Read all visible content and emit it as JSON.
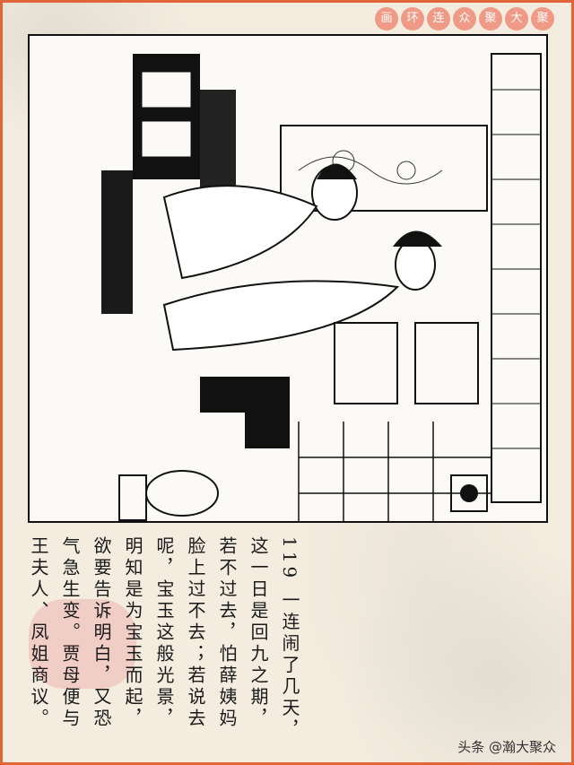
{
  "series_title_seals": [
    "聚",
    "大",
    "聚",
    "众",
    "连",
    "环",
    "画"
  ],
  "artwork": {
    "description_icon": "ink-illustration-icon"
  },
  "caption": {
    "text": "119 一连闹了几天，这一日是回九之期，若不过去，怕薛姨妈脸上过不去；若说去呢，宝玉这般光景，明知是为宝玉而起，欲要告诉明白，又恐气急生变。贾母便与王夫人、凤姐商议。"
  },
  "watermark": "头条 @瀚大聚众",
  "colors": {
    "border": "#e0663a",
    "seal": "#ef9a86",
    "paper": "#f3ecdf"
  }
}
